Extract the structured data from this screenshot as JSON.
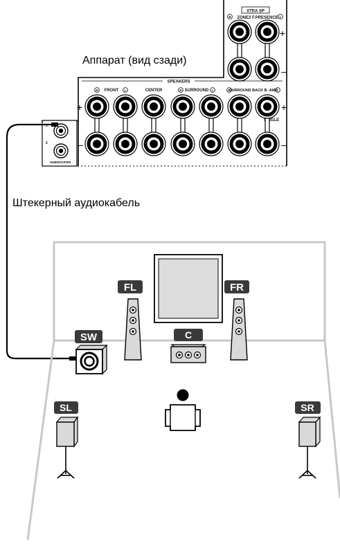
{
  "captions": {
    "rear_view": "Аппарат (вид сзади)",
    "cable": "Штекерный аудиокабель"
  },
  "panel": {
    "xtra_sp": "XTRA SP",
    "zone2_presence": "ZONE2 F.PRESENCE",
    "speakers": "SPEAKERS",
    "front": "FRONT",
    "center": "CENTER",
    "surround": "SURROUND",
    "surround_back": "SURROUND BACK B -AMP",
    "single": "SINGLE",
    "subwoofer": "SUBWOOFER",
    "sub_num_1": "1",
    "sub_num_2": "2",
    "right_mark": "R",
    "left_mark": "L",
    "plus": "+",
    "minus": "–"
  },
  "speakers": {
    "fl": "FL",
    "fr": "FR",
    "c": "C",
    "sw": "SW",
    "sl": "SL",
    "sr": "SR"
  },
  "colors": {
    "tag_bg": "#3a3a3a",
    "room_line": "#c8c8c8",
    "speaker_fill": "#d9d9d9",
    "screen_fill": "#dcdcdc"
  }
}
